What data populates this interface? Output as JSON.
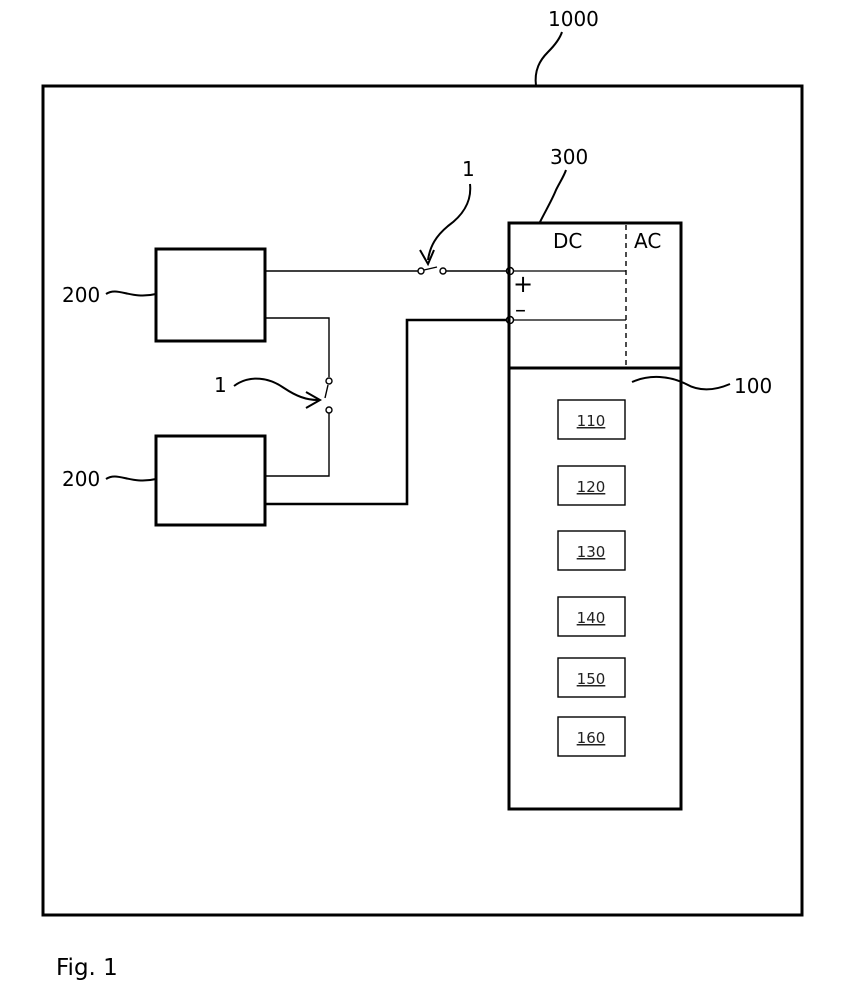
{
  "labels": {
    "system": "1000",
    "converter": "300",
    "switch_top": "1",
    "switch_mid": "1",
    "source_top": "200",
    "source_bottom": "200",
    "controller": "100",
    "dc": "DC",
    "ac": "AC",
    "plus": "+",
    "minus": "–"
  },
  "modules": [
    "110",
    "120",
    "130",
    "140",
    "150",
    "160"
  ],
  "caption": "Fig. 1"
}
